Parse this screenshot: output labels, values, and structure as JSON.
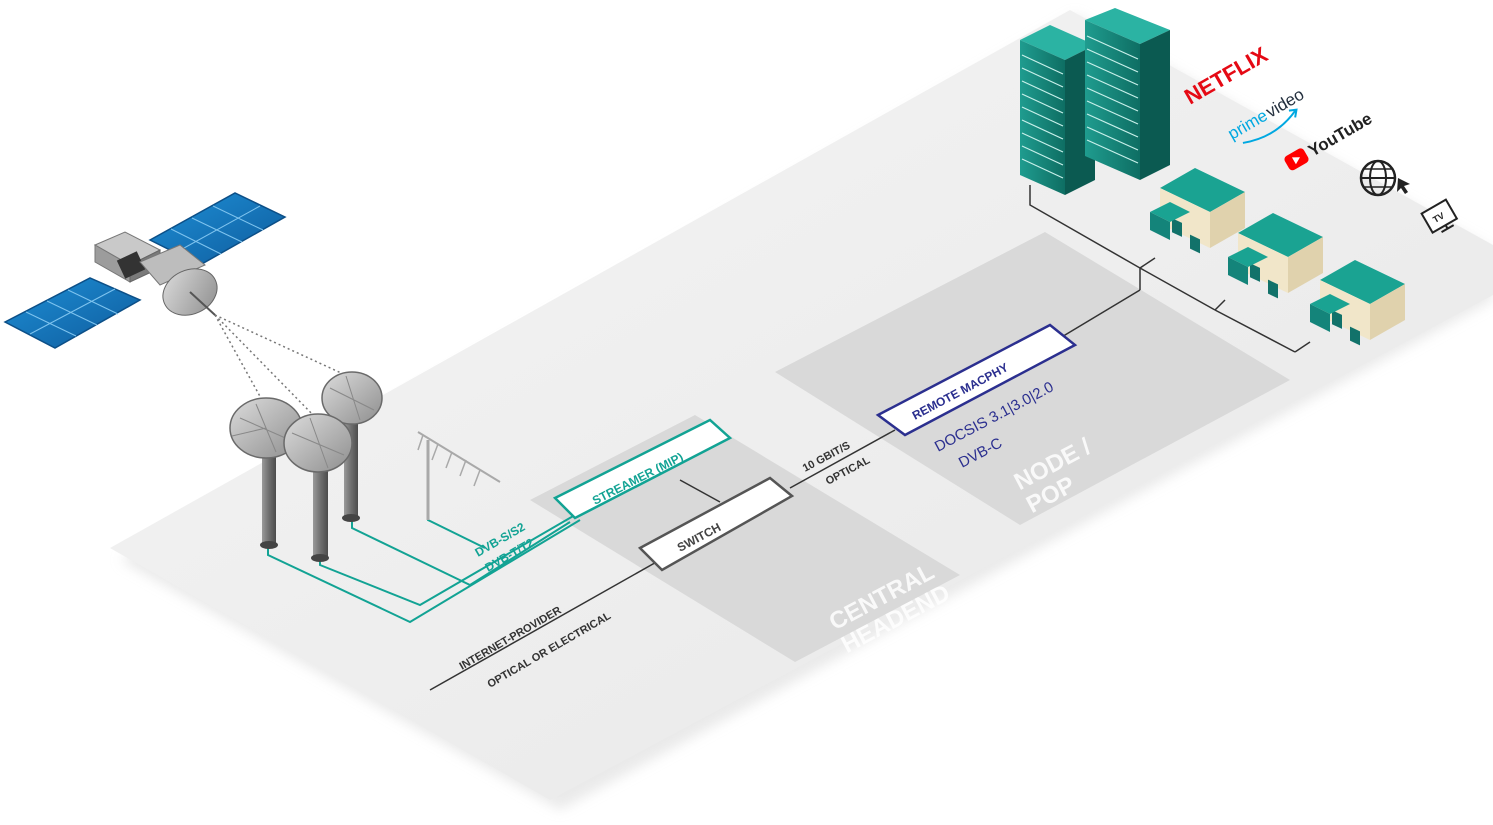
{
  "zones": {
    "central_headend": [
      "CENTRAL",
      "HEADEND"
    ],
    "node_pop": [
      "NODE /",
      "POP"
    ]
  },
  "boxes": {
    "streamer": "STREAMER (MIP)",
    "switch": "SWITCH",
    "remote_macphy": "REMOTE MACPHY"
  },
  "labels": {
    "dvb_s": "DVB-S/S2",
    "dvb_t": "DVB-T/T2",
    "link_speed": "10 GBIT/S",
    "link_type": "OPTICAL",
    "internet_provider": "INTERNET-PROVIDER",
    "internet_type": "OPTICAL OR ELECTRICAL",
    "docsis": "DOCSIS 3.1|3.0|2.0",
    "dvbc": "DVB-C"
  },
  "services": {
    "netflix": "NETFLIX",
    "prime_a": "prime",
    "prime_b": "video",
    "youtube": "YouTube",
    "web_icon": "globe-cursor-icon",
    "tv_icon": "tv-icon",
    "tv_text": "TV"
  },
  "colors": {
    "teal": "#12a394",
    "navy": "#2b2f8f",
    "platform": "#ededed",
    "zone": "#d8d8d8",
    "netflix_red": "#e50914",
    "prime_blue": "#00a8e1",
    "youtube_red": "#ff0000"
  }
}
